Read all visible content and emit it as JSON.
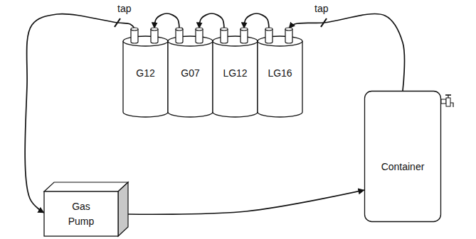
{
  "diagram": {
    "nodes": [
      {
        "text": [
          "G12"
        ]
      },
      {
        "text": [
          "G07"
        ]
      },
      {
        "text": [
          "LG12"
        ]
      },
      {
        "text": [
          "LG16"
        ]
      },
      {
        "text": [
          "Container"
        ]
      },
      {
        "text": [
          "Gas Pump"
        ]
      }
    ],
    "edges": [
      {
        "from": 4,
        "to": 3,
        "arrow": "to"
      },
      {
        "from": 3,
        "to": 2,
        "arrow": "to"
      },
      {
        "from": 2,
        "to": 1,
        "arrow": "to"
      },
      {
        "from": 1,
        "to": 0,
        "arrow": "to"
      },
      {
        "from": 0,
        "to": 5,
        "arrow": "to"
      },
      {
        "from": 5,
        "to": 4,
        "arrow": "to"
      }
    ],
    "labels": [
      "tap",
      "tap"
    ]
  }
}
